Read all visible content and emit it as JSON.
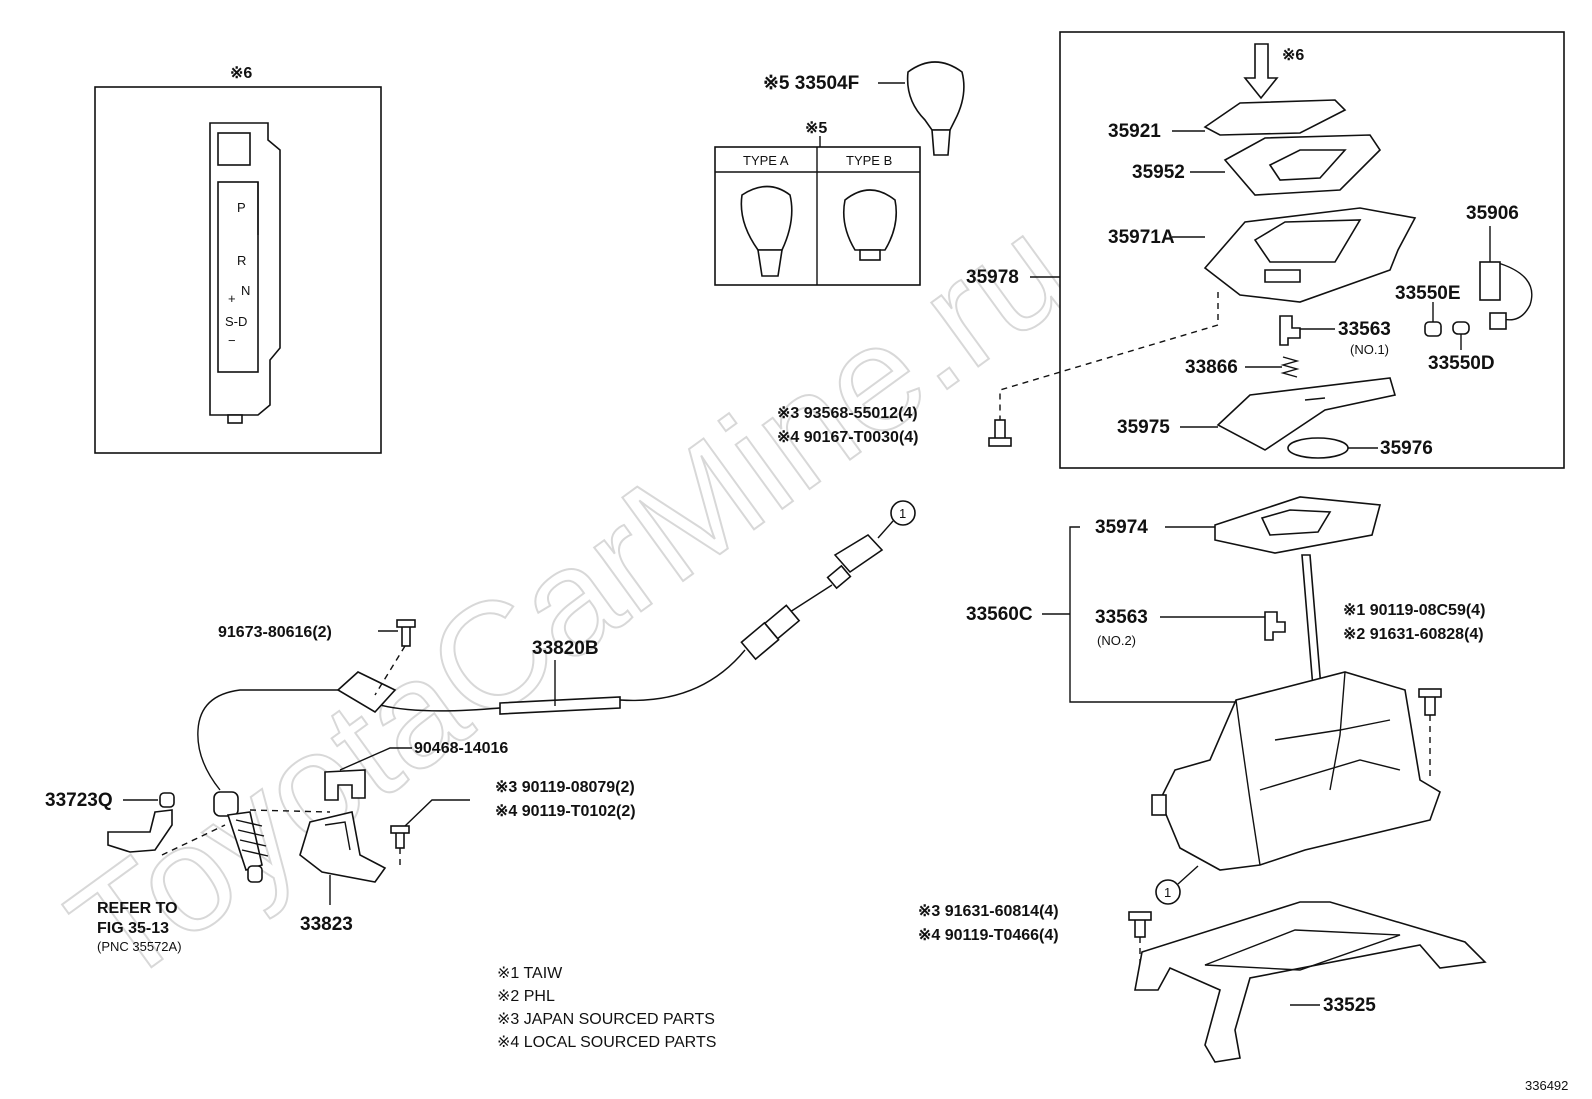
{
  "watermark": "ToyotaCarMine.ru",
  "figure_number": "336492",
  "inset_label": "※6",
  "gate_letters": [
    "P",
    "R",
    "N",
    "+",
    "S-D",
    "−"
  ],
  "knob_types": {
    "header": "※5",
    "type_a": "TYPE A",
    "type_b": "TYPE B"
  },
  "callout_ref": "1",
  "parts": {
    "p33504F": "※5 33504F",
    "p35921": "35921",
    "p35921_note": "※6",
    "p35952": "35952",
    "p35906": "35906",
    "p35971A": "35971A",
    "p35978": "35978",
    "p33550E": "33550E",
    "p33563_1": "33563",
    "p33563_1_sub": "(NO.1)",
    "p33866": "33866",
    "p33550D": "33550D",
    "p35975": "35975",
    "p35976": "35976",
    "bolt_a1": "※3 93568-55012(4)",
    "bolt_a2": "※4 90167-T0030(4)",
    "p35974": "35974",
    "p33560C": "33560C",
    "p33563_2": "33563",
    "p33563_2_sub": "(NO.2)",
    "bolt_b1": "※1 90119-08C59(4)",
    "bolt_b2": "※2 91631-60828(4)",
    "p91673": "91673-80616(2)",
    "p33820B": "33820B",
    "p90468": "90468-14016",
    "p33723Q": "33723Q",
    "bolt_c1": "※3 90119-08079(2)",
    "bolt_c2": "※4 90119-T0102(2)",
    "refer1": "REFER TO",
    "refer2": "FIG 35-13",
    "refer3": "(PNC 35572A)",
    "p33823": "33823",
    "bolt_d1": "※3 91631-60814(4)",
    "bolt_d2": "※4 90119-T0466(4)",
    "p33525": "33525"
  },
  "legend": [
    "※1 TAIW",
    "※2 PHL",
    "※3 JAPAN SOURCED PARTS",
    "※4 LOCAL SOURCED PARTS"
  ]
}
